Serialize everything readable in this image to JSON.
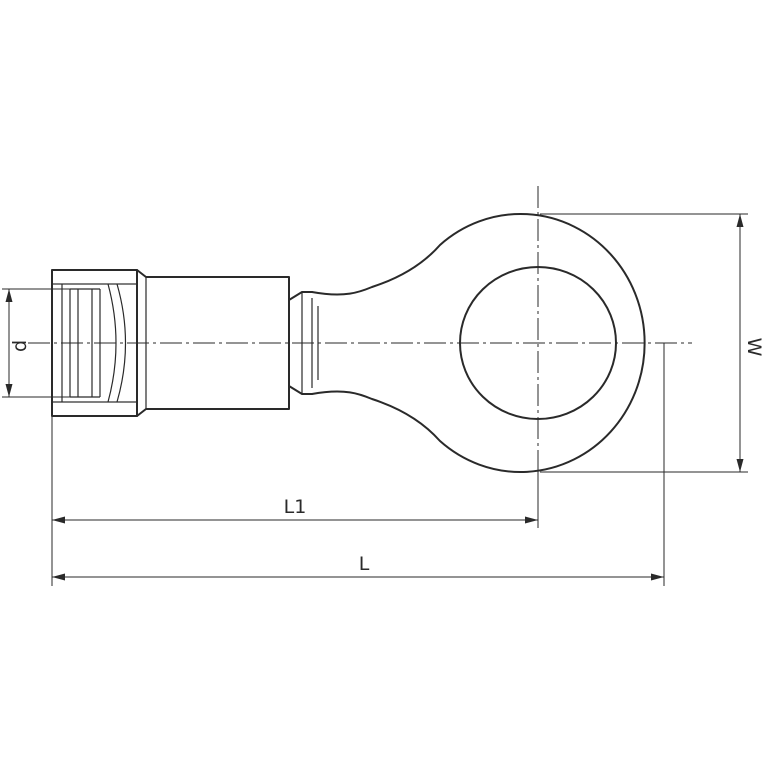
{
  "drawing": {
    "dimensions": {
      "d": "d",
      "W": "W",
      "L1": "L1",
      "L": "L"
    }
  }
}
